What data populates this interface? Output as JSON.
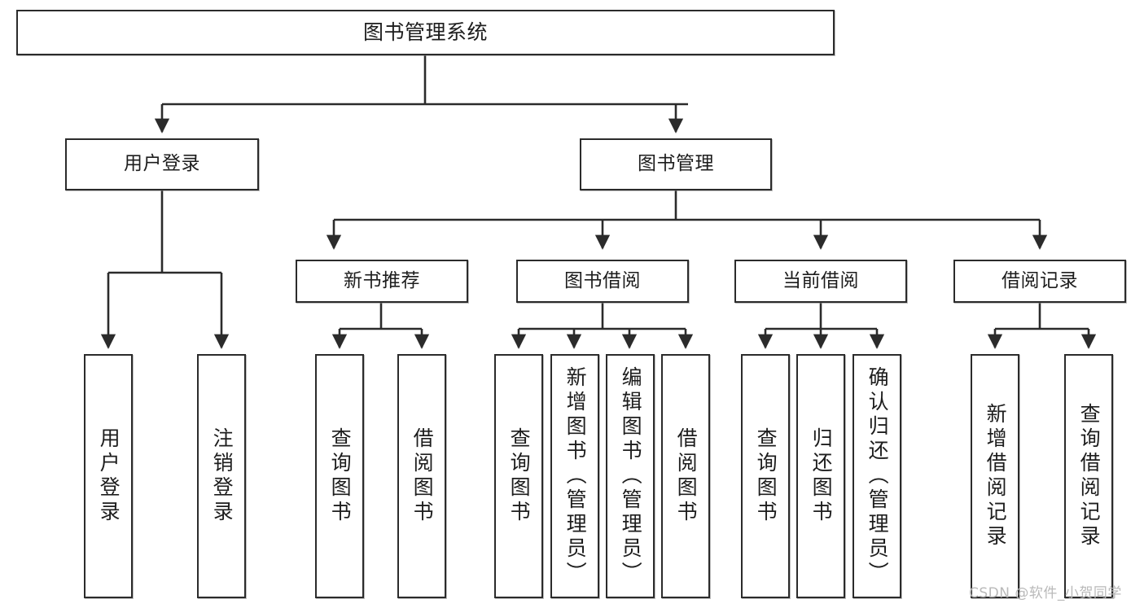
{
  "diagram": {
    "type": "tree",
    "title": "图书管理系统",
    "watermark": "CSDN @软件_小贺同学",
    "colors": {
      "border": "#2b2b2b",
      "text": "#1d1d1d",
      "background": "#ffffff",
      "edge": "#2b2b2b",
      "watermark": "#b9b9b9"
    },
    "nodes": {
      "root": {
        "label": "图书管理系统"
      },
      "level2": [
        {
          "label": "用户登录"
        },
        {
          "label": "图书管理"
        }
      ],
      "level3": [
        {
          "label": "新书推荐"
        },
        {
          "label": "图书借阅"
        },
        {
          "label": "当前借阅"
        },
        {
          "label": "借阅记录"
        }
      ],
      "leaves_user_login": [
        {
          "label": "用户登录"
        },
        {
          "label": "注销登录"
        }
      ],
      "leaves_new_books": [
        {
          "label": "查询图书"
        },
        {
          "label": "借阅图书"
        }
      ],
      "leaves_borrow": [
        {
          "label": "查询图书"
        },
        {
          "label": "新增图书（管理员）"
        },
        {
          "label": "编辑图书（管理员）"
        },
        {
          "label": "借阅图书"
        }
      ],
      "leaves_current": [
        {
          "label": "查询图书"
        },
        {
          "label": "归还图书"
        },
        {
          "label": "确认归还（管理员）"
        }
      ],
      "leaves_records": [
        {
          "label": "新增借阅记录"
        },
        {
          "label": "查询借阅记录"
        }
      ]
    }
  }
}
